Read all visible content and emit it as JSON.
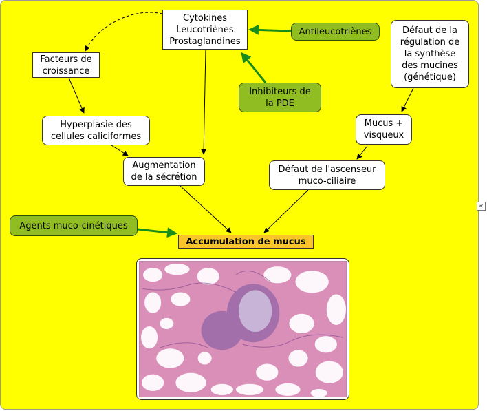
{
  "nodes": {
    "cytokines": [
      "Cytokines",
      "Leucotriènes",
      "Prostaglandines"
    ],
    "facteurs": [
      "Facteurs de",
      "croissance"
    ],
    "hyperplasie": [
      "Hyperplasie des",
      "cellules caliciformes"
    ],
    "augmentation": [
      "Augmentation",
      "de la sécrétion"
    ],
    "antileucotrienes": [
      "Antileucotriènes"
    ],
    "inhibiteurs": [
      "Inhibiteurs de",
      "la PDE"
    ],
    "defaut_regulation": [
      "Défaut de la",
      "régulation de",
      "la synthèse",
      "des mucines",
      "(génétique)"
    ],
    "mucus_visqueux": [
      "Mucus +",
      "visqueux"
    ],
    "defaut_ascenseur": [
      "Défaut de l'ascenseur",
      "muco-ciliaire"
    ],
    "agents": [
      "Agents muco-cinétiques"
    ],
    "accumulation": [
      "Accumulation de mucus"
    ]
  },
  "colors": {
    "canvas": "#ffff00",
    "green_node": "#8fbd22",
    "title_fill": "#f9c52a",
    "green_arrow": "#1a8c1a",
    "tissue_pink": "#d98fb8",
    "tissue_purple": "#9a6aa8"
  },
  "collapse_glyph": "«",
  "image_icon": "histology-lung-micrograph"
}
